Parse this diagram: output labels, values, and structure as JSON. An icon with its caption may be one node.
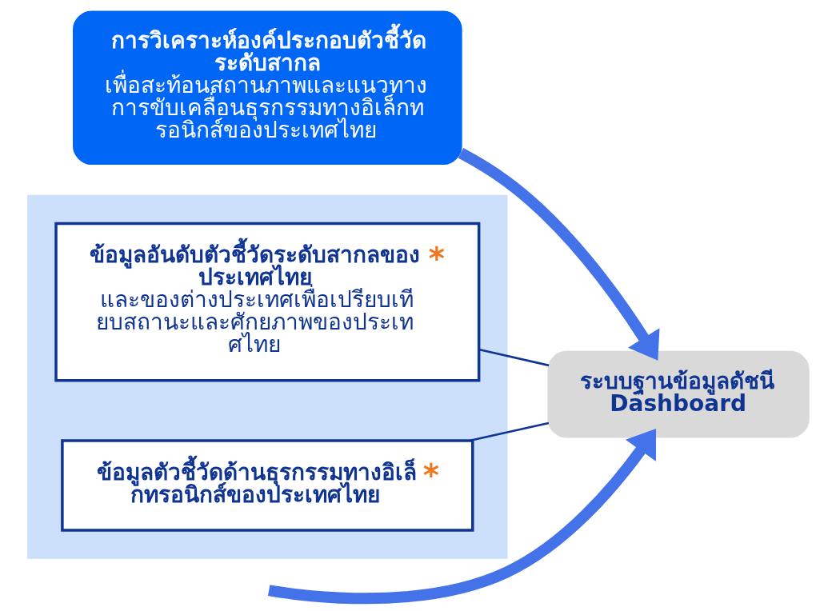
{
  "diagram": {
    "nodes": [
      {
        "text": [
          "การวิเคราะห์องค์ประกอบตัวชี้วัดระดับสากล",
          "เพื่อสะท้อนสถานภาพและแนวทางการขับเคลื่อนธุรกรรมทางอิเล็กทรอนิกส์ของประเทศไทย"
        ]
      },
      {
        "text": [],
        "shape": "box"
      },
      {
        "text": [
          "ข้อมูลอันดับตัวชี้วัดระดับสากลของประเทศไทย",
          "และของต่างประเทศเพื่อเปรียบเทียบสถานะและศักยภาพของประเทศไทย",
          "*"
        ],
        "in": 1
      },
      {
        "text": [
          "ข้อมูลตัวชี้วัดด้านธุรกรรมทางอิเล็กทรอนิกส์ของประเทศไทย",
          "*"
        ],
        "in": 1
      },
      {
        "text": [
          "ระบบฐานข้อมูลดัชนี",
          "Dashboard"
        ]
      }
    ],
    "edges": [
      {
        "from": 0,
        "to": 4,
        "arrow": "to",
        "style": "thick",
        "color": "#4472e8"
      },
      {
        "from": 2,
        "to": 4,
        "arrow": "none"
      },
      {
        "from": 3,
        "to": 4,
        "arrow": "none"
      },
      {
        "from": null,
        "to": 4,
        "arrow": "to",
        "style": "thick",
        "color": "#4472e8"
      }
    ]
  }
}
